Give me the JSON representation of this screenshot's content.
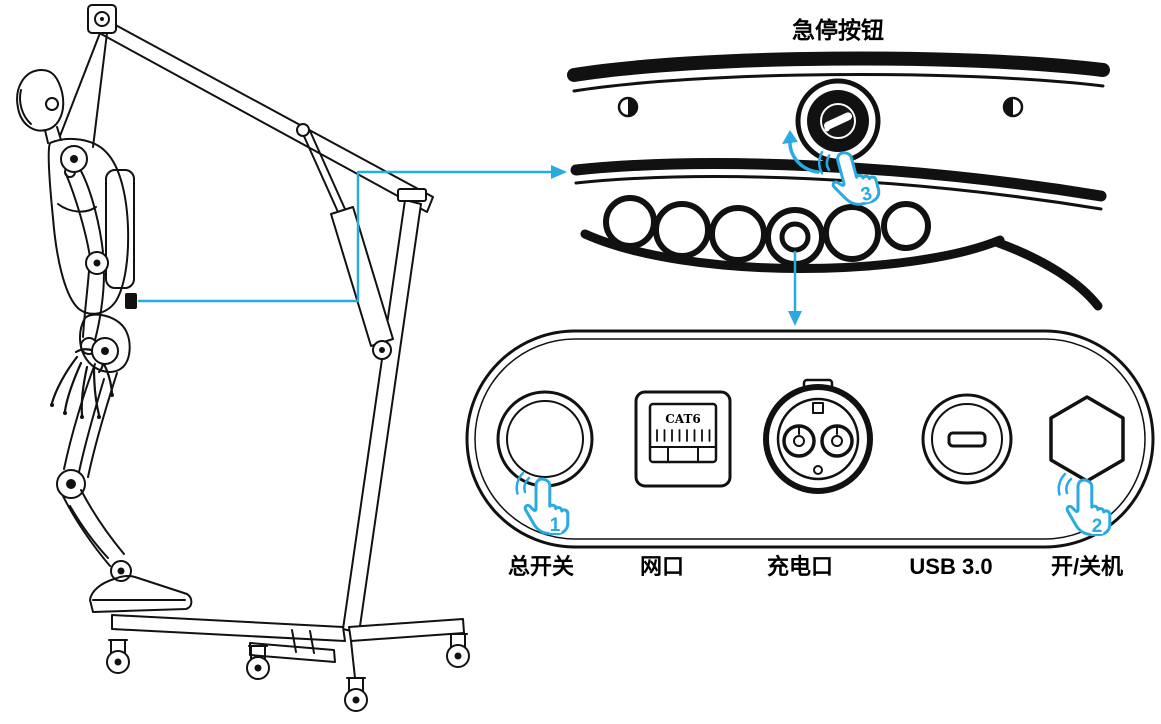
{
  "colors": {
    "accent": "#29abe2",
    "ink": "#111111"
  },
  "callouts": {
    "estop": {
      "title": "急停按钮",
      "step": "3"
    },
    "panel": {
      "ports": [
        {
          "name": "main-power-switch",
          "label": "总开关",
          "step": "1"
        },
        {
          "name": "ethernet-port",
          "label": "网口",
          "jack_label": "CAT6"
        },
        {
          "name": "charging-port",
          "label": "充电口"
        },
        {
          "name": "usb-port",
          "label": "USB 3.0"
        },
        {
          "name": "power-button",
          "label": "开/关机",
          "step": "2"
        }
      ]
    }
  }
}
